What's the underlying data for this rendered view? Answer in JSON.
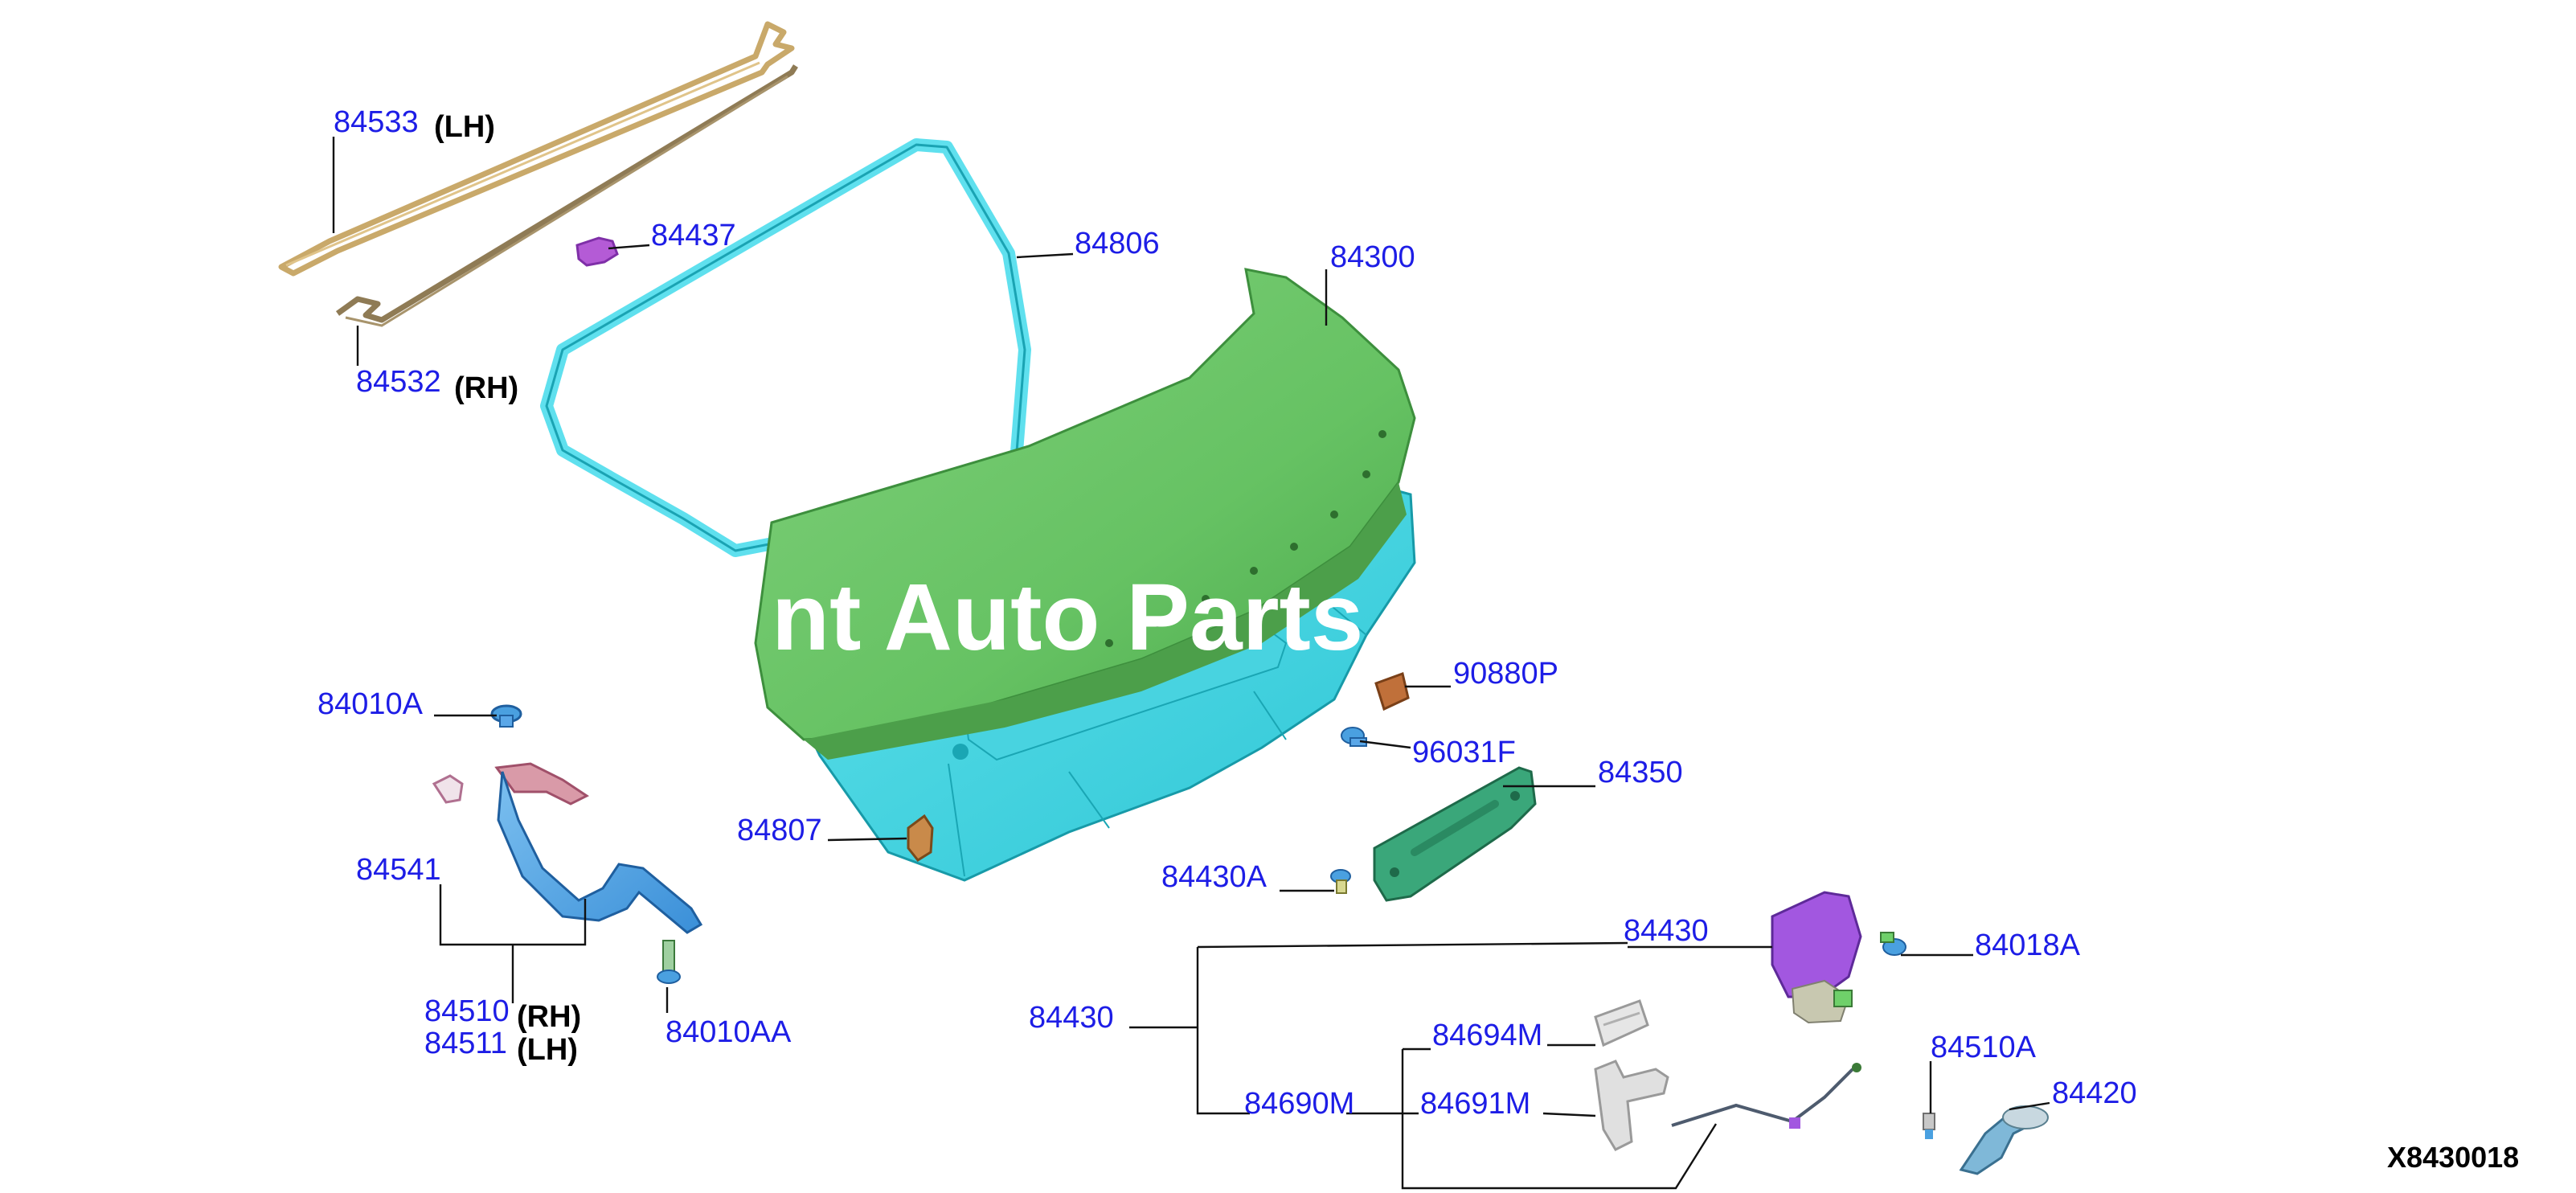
{
  "diagram": {
    "callouts": {
      "c84533": "84533",
      "c84533_side": "(LH)",
      "c84532": "84532",
      "c84532_side": "(RH)",
      "c84437": "84437",
      "c84806": "84806",
      "c84300": "84300",
      "c84010A": "84010A",
      "c84541": "84541",
      "c84510": "84510",
      "c84510_side": "(RH)",
      "c84511": "84511",
      "c84511_side": "(LH)",
      "c84010AA": "84010AA",
      "c84807": "84807",
      "c90880P": "90880P",
      "c96031F": "96031F",
      "c84350": "84350",
      "c84430A": "84430A",
      "c84430_top": "84430",
      "c84430_left": "84430",
      "c84018A": "84018A",
      "c84694M": "84694M",
      "c84690M": "84690M",
      "c84691M": "84691M",
      "c84510A": "84510A",
      "c84420": "84420"
    },
    "watermark": "nt Auto Parts",
    "diagram_code": "X8430018",
    "colors": {
      "callout_text": "#1d1de6",
      "trunk_lid": "#6cc56a",
      "inner_panel": "#3ed3df",
      "weatherstrip": "#5fe0ee",
      "torsion_bar": "#c9a96a",
      "hinge": "#5aa7e8",
      "latch": "#a257e0",
      "bracket": "#b87333"
    },
    "icons": [
      "torsion-bar-lh",
      "torsion-bar-rh",
      "weatherstrip",
      "trunk-lid",
      "inner-panel",
      "hinge",
      "latch",
      "bumper",
      "trim-cover",
      "handle",
      "cable",
      "actuator"
    ]
  }
}
